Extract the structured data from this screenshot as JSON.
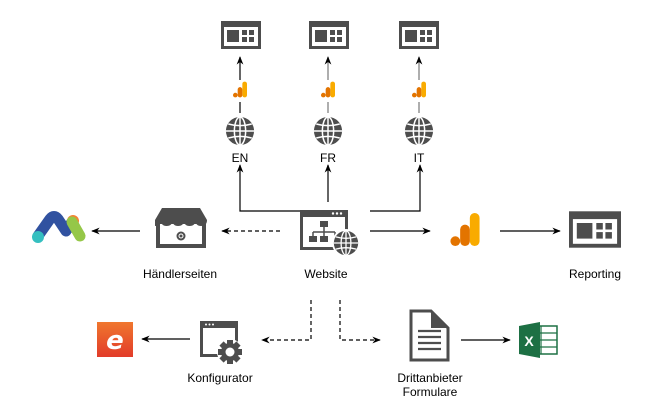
{
  "diagram": {
    "center": {
      "label": "Website",
      "icon": "website-sitemap-globe-icon"
    },
    "languages": [
      {
        "label": "EN",
        "icon": "globe-icon",
        "tracking_icon": "analytics-icon",
        "target_icon": "browser-dashboard-icon"
      },
      {
        "label": "FR",
        "icon": "globe-icon",
        "tracking_icon": "analytics-icon",
        "target_icon": "browser-dashboard-icon"
      },
      {
        "label": "IT",
        "icon": "globe-icon",
        "tracking_icon": "analytics-icon",
        "target_icon": "browser-dashboard-icon"
      }
    ],
    "haendlerseiten": {
      "label": "Händlerseiten",
      "icon": "storefront-icon"
    },
    "matomo": {
      "label": "",
      "icon": "matomo-logo-icon"
    },
    "analytics": {
      "label": "",
      "icon": "analytics-icon"
    },
    "reporting": {
      "label": "Reporting",
      "icon": "browser-dashboard-icon"
    },
    "konfigurator": {
      "label": "Konfigurator",
      "icon": "window-gear-icon"
    },
    "etracker": {
      "label": "",
      "icon": "etracker-logo-icon",
      "glyph": "e"
    },
    "formulare": {
      "label_line1": "Drittanbieter",
      "label_line2": "Formulare",
      "icon": "document-icon"
    },
    "excel": {
      "label": "",
      "icon": "excel-icon",
      "glyph": "X"
    }
  },
  "colors": {
    "icon_gray": "#4d4d4d",
    "analytics_dark": "#e37400",
    "analytics_light": "#f9ab00",
    "etracker_top": "#f0772e",
    "etracker_bottom": "#e23b2a",
    "excel_green": "#1d7044",
    "matomo_blue": "#3152a0",
    "matomo_orange": "#f38334",
    "matomo_teal": "#35bfc0",
    "matomo_green": "#95c748"
  }
}
